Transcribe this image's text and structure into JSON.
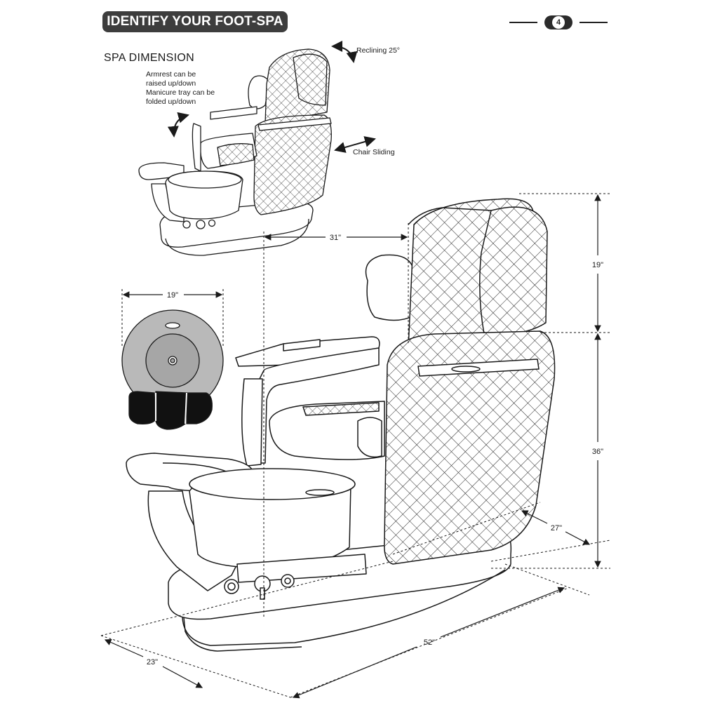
{
  "header": {
    "title": "IDENTIFY YOUR FOOT-SPA",
    "page_number": "4"
  },
  "section": {
    "title": "SPA DIMENSION"
  },
  "annotations": {
    "armrest_line1": "Armrest can be",
    "armrest_line2": "raised up/down",
    "armrest_line3": "Manicure tray can be",
    "armrest_line4": "folded up/down",
    "reclining": "Reclining 25°",
    "sliding": "Chair Sliding"
  },
  "dimensions": {
    "bowl_diameter": "19\"",
    "seat_width": "31\"",
    "back_height": "19\"",
    "seat_height": "36\"",
    "base_width": "27\"",
    "base_length": "52\"",
    "base_depth": "23\""
  },
  "colors": {
    "line": "#1a1a1a",
    "banner": "#3d3d3d",
    "bowl_outer": "#b9b9b9",
    "bowl_inner": "#a6a6a6",
    "feet_rest": "#111111"
  }
}
